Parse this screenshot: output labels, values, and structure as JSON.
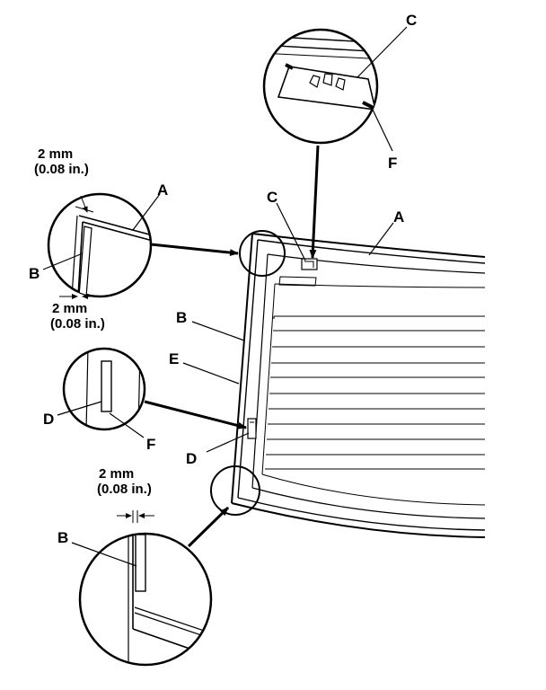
{
  "labels": {
    "a_top": "A",
    "a_inset": "A",
    "b_inset": "B",
    "b_main": "B",
    "b_bottom": "B",
    "c_top": "C",
    "c_main": "C",
    "d_inset": "D",
    "d_main": "D",
    "e_main": "E",
    "f_top": "F",
    "f_inset": "F"
  },
  "dimensions": {
    "top_mm": "2 mm",
    "top_in": "(0.08 in.)",
    "side_mm": "2 mm",
    "side_in": "(0.08 in.)",
    "bottom_mm": "2 mm",
    "bottom_in": "(0.08 in.)"
  }
}
